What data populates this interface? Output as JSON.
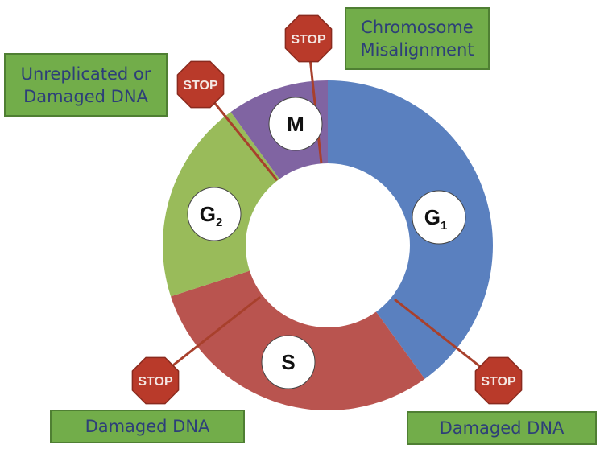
{
  "title": "Cell cycle checkpoints",
  "phases": [
    {
      "id": "G1",
      "letter": "G",
      "sub": "1",
      "fraction": 0.4,
      "color": "#5a80bf"
    },
    {
      "id": "S",
      "letter": "S",
      "sub": "",
      "fraction": 0.3,
      "color": "#b9544f"
    },
    {
      "id": "G2",
      "letter": "G",
      "sub": "2",
      "fraction": 0.2,
      "color": "#99bb5a"
    },
    {
      "id": "M",
      "letter": "M",
      "sub": "",
      "fraction": 0.1,
      "color": "#8064a2"
    }
  ],
  "stop_sign": {
    "label": "STOP",
    "color": "#b93a2a"
  },
  "checkpoints": [
    {
      "label_lines": [
        "Chromosome",
        "Misalignment"
      ]
    },
    {
      "label_lines": [
        "Unreplicated or",
        "Damaged DNA"
      ]
    },
    {
      "label_lines": [
        "Damaged DNA"
      ]
    },
    {
      "label_lines": [
        "Damaged DNA"
      ]
    }
  ]
}
